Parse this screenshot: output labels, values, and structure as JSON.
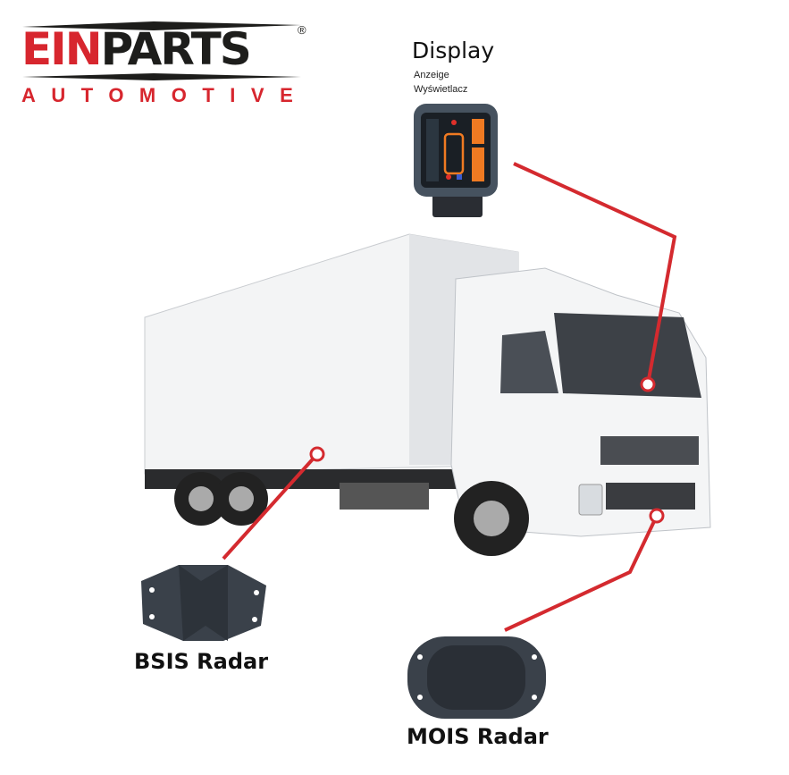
{
  "logo": {
    "brand_part1": "EIN",
    "brand_part2": "PARTS",
    "registered": "®",
    "subtitle": "AUTOMOTIVE"
  },
  "display": {
    "title": "Display",
    "subtitle_de": "Anzeige",
    "subtitle_pl": "Wyświetlacz"
  },
  "components": [
    {
      "label": "BSIS Radar"
    },
    {
      "label": "MOIS Radar"
    }
  ],
  "colors": {
    "brand_red": "#d7262e",
    "pointer_line": "#d42a2f",
    "display_orange": "#f07a22"
  }
}
